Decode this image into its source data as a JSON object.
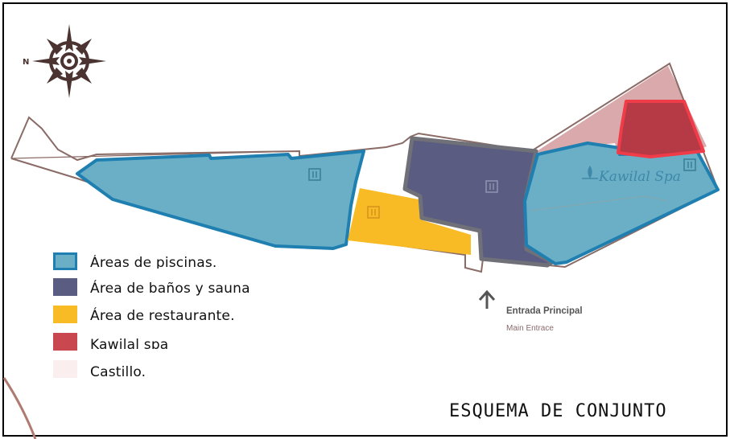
{
  "legend": [
    {
      "label": "Áreas de piscinas.",
      "color": "#6aafc5",
      "border": "#1e7fb0"
    },
    {
      "label": "Área de baños y sauna",
      "color": "#5b5c82",
      "border": "#5b5c82"
    },
    {
      "label": "Área de restaurante.",
      "color": "#f8bb26",
      "border": "#f8bb26"
    },
    {
      "label": "Kawilal spa",
      "color": "#c9474e",
      "border": "#c9474e"
    },
    {
      "label": "Castillo.",
      "color": "#fbeeee",
      "border": "#fbeeee"
    }
  ],
  "map": {
    "entrance_label": "Entrada Principal",
    "entrance_sub": "Main Entrace",
    "spa_label": "Kawilal Spa",
    "compass_letter": "N"
  },
  "title": "ESQUEMA DE CONJUNTO",
  "colors": {
    "pools": "#6aafc5",
    "pools_border": "#1e7fb0",
    "baths": "#5b5c82",
    "baths_border": "#707078",
    "restaurant": "#f8bb26",
    "spa": "#b53a45",
    "spa_border": "#f03c48",
    "castle": "#d9a9ab",
    "outline": "#8a6b66"
  }
}
